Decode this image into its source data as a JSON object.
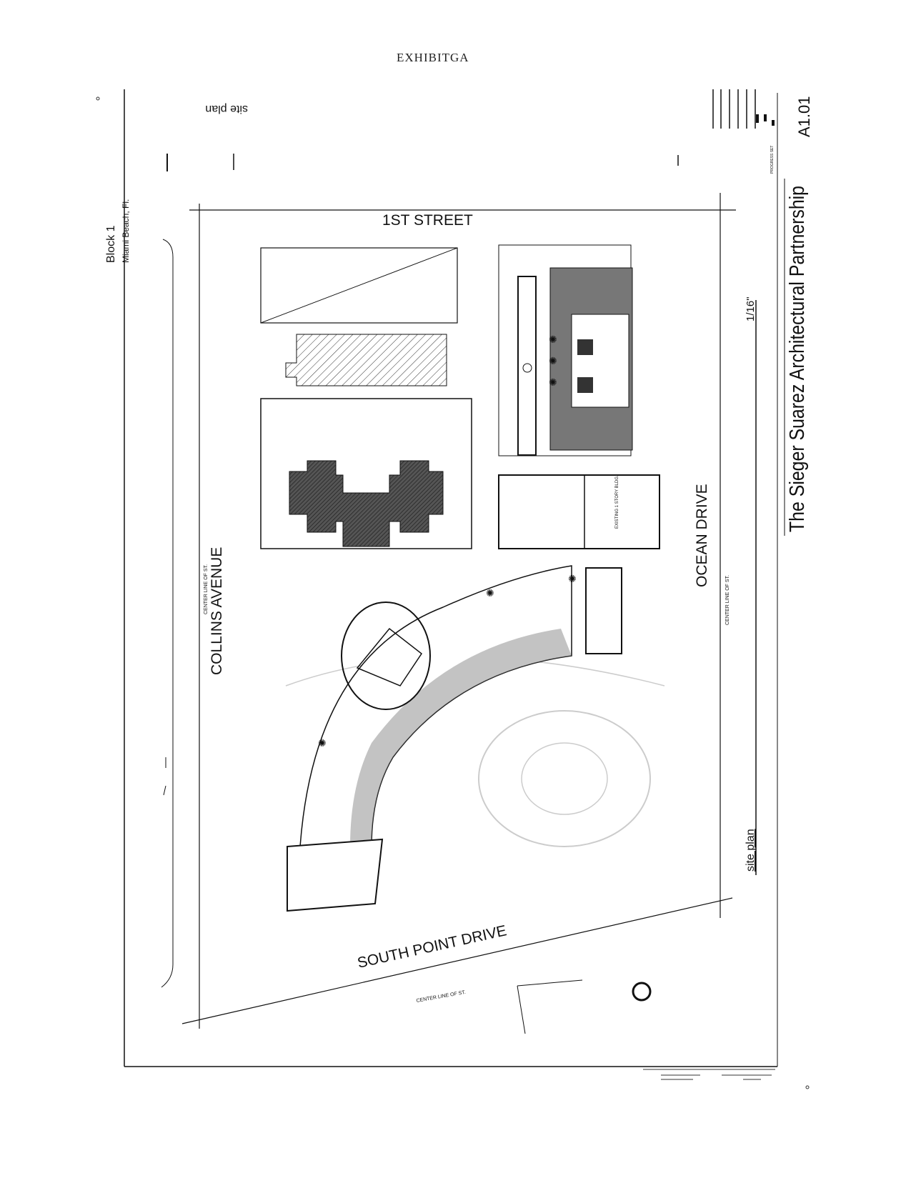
{
  "header": {
    "exhibit_label": "EXHIBITGA"
  },
  "sheet": {
    "title_upside_down": "site plan",
    "project_block": "Block 1",
    "project_location": "Miami Beach, Fl.",
    "drawing_title": "site plan",
    "scale": "1/16\"",
    "firm_name": "The Sieger Suarez Architectural Partnership",
    "sheet_number": "A1.01",
    "progress_label": "PROGRESS SET"
  },
  "streets": {
    "north": "1ST STREET",
    "west": "COLLINS AVENUE",
    "east": "OCEAN DRIVE",
    "south": "SOUTH POINT DRIVE",
    "centerline": "CENTER LINE OF ST."
  },
  "buildings": {
    "existing": "EXISTING 1 STORY BLDG."
  }
}
